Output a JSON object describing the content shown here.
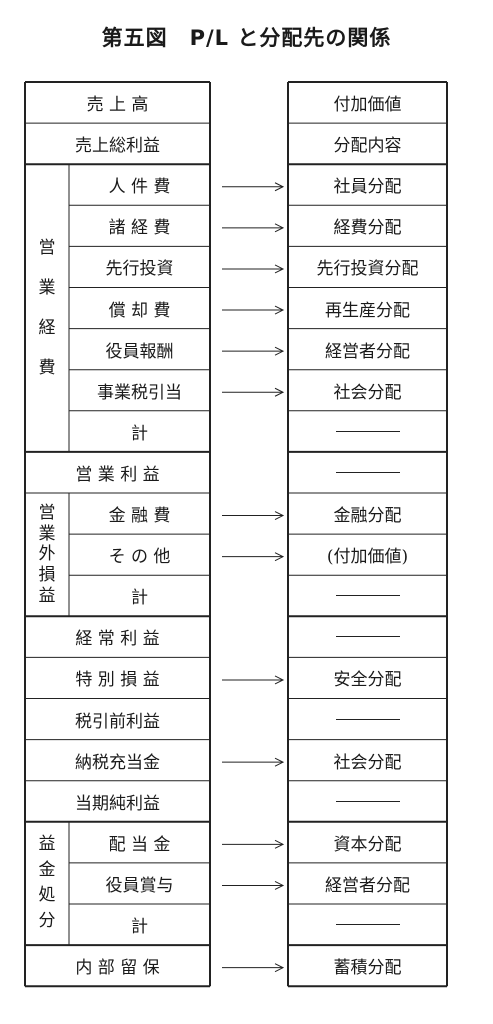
{
  "title": "第五図　P/L と分配先の関係",
  "left_rows": [
    {
      "label": "売 上 高",
      "span": "full"
    },
    {
      "label": "売上総利益",
      "span": "full"
    },
    {
      "label": "人 件 費",
      "span": "sub"
    },
    {
      "label": "諸 経 費",
      "span": "sub"
    },
    {
      "label": "先行投資",
      "span": "sub"
    },
    {
      "label": "償 却 費",
      "span": "sub"
    },
    {
      "label": "役員報酬",
      "span": "sub"
    },
    {
      "label": "事業税引当",
      "span": "sub"
    },
    {
      "label": "計",
      "span": "sub"
    },
    {
      "label": "営 業 利 益",
      "span": "full"
    },
    {
      "label": "金 融 費",
      "span": "sub"
    },
    {
      "label": "そ の 他",
      "span": "sub"
    },
    {
      "label": "計",
      "span": "sub"
    },
    {
      "label": "経 常 利 益",
      "span": "full"
    },
    {
      "label": "特 別 損 益",
      "span": "full"
    },
    {
      "label": "税引前利益",
      "span": "full"
    },
    {
      "label": "納税充当金",
      "span": "full"
    },
    {
      "label": "当期純利益",
      "span": "full"
    },
    {
      "label": "配 当 金",
      "span": "sub"
    },
    {
      "label": "役員賞与",
      "span": "sub"
    },
    {
      "label": "計",
      "span": "sub"
    },
    {
      "label": "内 部 留 保",
      "span": "full"
    }
  ],
  "right_rows": [
    {
      "label": "付加価値",
      "arrow": false
    },
    {
      "label": "分配内容",
      "arrow": false
    },
    {
      "label": "社員分配",
      "arrow": true
    },
    {
      "label": "経費分配",
      "arrow": true
    },
    {
      "label": "先行投資分配",
      "arrow": true
    },
    {
      "label": "再生産分配",
      "arrow": true
    },
    {
      "label": "経営者分配",
      "arrow": true
    },
    {
      "label": "社会分配",
      "arrow": true
    },
    {
      "label": "",
      "arrow": false
    },
    {
      "label": "",
      "arrow": false
    },
    {
      "label": "金融分配",
      "arrow": true
    },
    {
      "label": "(付加価値)",
      "arrow": true
    },
    {
      "label": "",
      "arrow": false
    },
    {
      "label": "",
      "arrow": false
    },
    {
      "label": "安全分配",
      "arrow": true
    },
    {
      "label": "",
      "arrow": false
    },
    {
      "label": "社会分配",
      "arrow": true
    },
    {
      "label": "",
      "arrow": false
    },
    {
      "label": "資本分配",
      "arrow": true
    },
    {
      "label": "経営者分配",
      "arrow": true
    },
    {
      "label": "",
      "arrow": false
    },
    {
      "label": "蓄積分配",
      "arrow": true
    }
  ],
  "groups": [
    {
      "label": "営業経費",
      "first_row": 2,
      "last_row": 8
    },
    {
      "label": "営業外損益",
      "first_row": 10,
      "last_row": 12
    },
    {
      "label": "益金処分",
      "first_row": 18,
      "last_row": 20
    }
  ],
  "section_breaks_after_rows": [
    1,
    8,
    12,
    17,
    20
  ]
}
